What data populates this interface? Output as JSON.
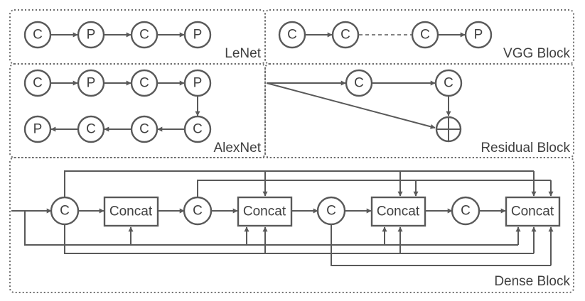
{
  "colors": {
    "stroke": "#595959",
    "text": "#404040",
    "panel_border": "#6e6e6e",
    "background": "#ffffff"
  },
  "panels": {
    "lenet": {
      "label": "LeNet"
    },
    "vgg": {
      "label": "VGG Block"
    },
    "alexnet": {
      "label": "AlexNet"
    },
    "residual": {
      "label": "Residual Block"
    },
    "dense": {
      "label": "Dense Block"
    }
  },
  "nodes": {
    "lenet": [
      "C",
      "P",
      "C",
      "P"
    ],
    "vgg": [
      "C",
      "C",
      "C",
      "P"
    ],
    "alexnet_top": [
      "C",
      "P",
      "C",
      "P"
    ],
    "alexnet_bottom": [
      "P",
      "C",
      "C",
      "C"
    ],
    "residual": [
      "C",
      "C"
    ],
    "dense_convs": [
      "C",
      "C",
      "C",
      "C"
    ],
    "dense_concats": [
      "Concat",
      "Concat",
      "Concat",
      "Concat"
    ]
  },
  "icons": {
    "sum": "circle-plus-icon",
    "arrowhead": "arrowhead-icon"
  }
}
